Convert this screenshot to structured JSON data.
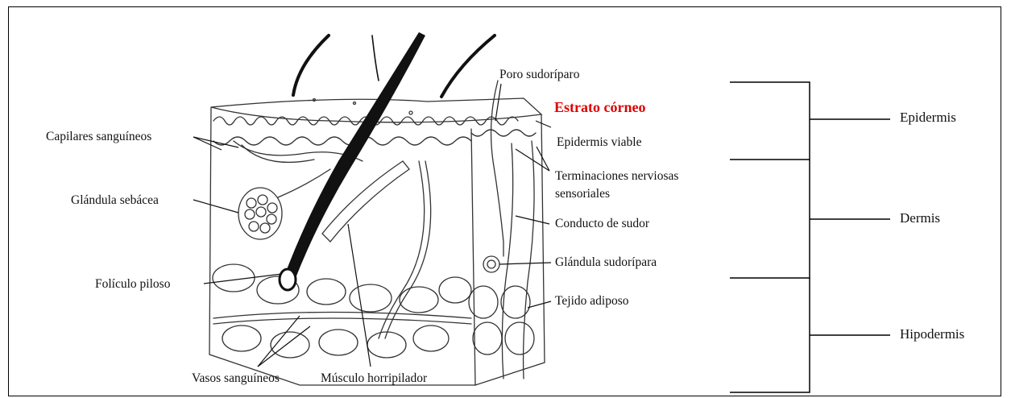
{
  "labels": {
    "capilares": "Capilares sanguíneos",
    "sebacea": "Glándula sebácea",
    "foliculo": "Folículo piloso",
    "vasos": "Vasos sanguíneos",
    "musculo": "Músculo horripilador",
    "poro": "Poro sudoríparo",
    "estrato": "Estrato córneo",
    "viable": "Epidermis viable",
    "terminaciones_1": "Terminaciones nerviosas",
    "terminaciones_2": "sensoriales",
    "conducto": "Conducto de sudor",
    "sudoripara": "Glándula sudorípara",
    "adiposo": "Tejido adiposo"
  },
  "layers": {
    "epidermis": "Epidermis",
    "dermis": "Dermis",
    "hipodermis": "Hipodermis"
  },
  "colors": {
    "highlight": "#e00000",
    "ink": "#111111"
  }
}
